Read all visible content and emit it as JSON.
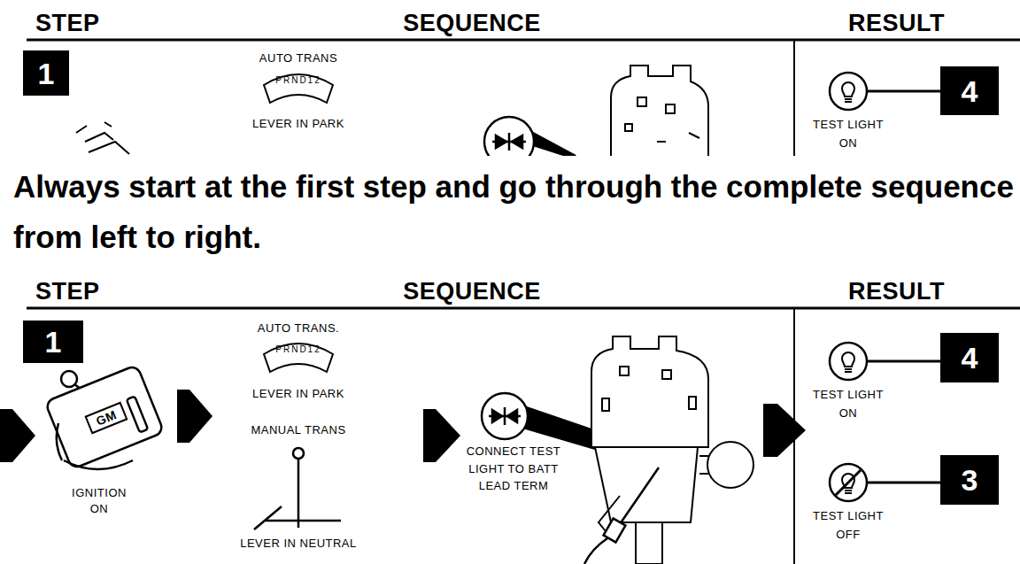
{
  "diagram": {
    "caption": "Always start at the first step and go through the complete sequence from left to right.",
    "nodes": [
      {
        "text": [
          "1"
        ]
      },
      {
        "text": [
          "TEST LIGHT ON"
        ]
      },
      {
        "text": [
          "4"
        ]
      },
      {
        "text": [
          "1"
        ]
      },
      {
        "text": [
          "TEST LIGHT ON"
        ]
      },
      {
        "text": [
          "4"
        ]
      },
      {
        "text": [
          "TEST LIGHT OFF"
        ]
      },
      {
        "text": [
          "3"
        ]
      }
    ],
    "edges": [
      {
        "from": 1,
        "to": 2,
        "arrow": "none"
      },
      {
        "from": 4,
        "to": 5,
        "arrow": "none"
      },
      {
        "from": 6,
        "to": 7,
        "arrow": "none"
      }
    ],
    "labels": [
      "STEP",
      "SEQUENCE",
      "RESULT",
      "AUTO TRANS",
      "PRND12",
      "LEVER IN PARK",
      "STEP",
      "SEQUENCE",
      "RESULT",
      "GM",
      "IGNITION ON",
      "AUTO TRANS.",
      "PRND12",
      "LEVER IN PARK",
      "MANUAL TRANS",
      "LEVER IN NEUTRAL",
      "CONNECT TEST LIGHT TO BATT LEAD TERM"
    ]
  }
}
